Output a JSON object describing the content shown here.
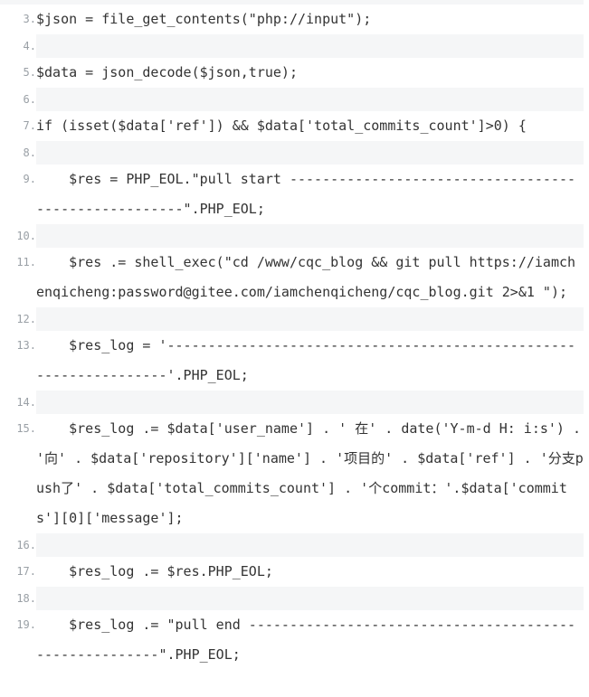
{
  "code": {
    "lines": [
      {
        "n": "3.",
        "text": "$json = file_get_contents(\"php://input\");"
      },
      {
        "n": "4.",
        "text": ""
      },
      {
        "n": "5.",
        "text": "$data = json_decode($json,true);"
      },
      {
        "n": "6.",
        "text": ""
      },
      {
        "n": "7.",
        "text": "if (isset($data['ref']) && $data['total_commits_count']>0) {"
      },
      {
        "n": "8.",
        "text": ""
      },
      {
        "n": "9.",
        "text": "    $res = PHP_EOL.\"pull start -----------------------------------------------------\".PHP_EOL;"
      },
      {
        "n": "10.",
        "text": ""
      },
      {
        "n": "11.",
        "text": "    $res .= shell_exec(\"cd /www/cqc_blog && git pull https://iamchenqicheng:password@gitee.com/iamchenqicheng/cqc_blog.git 2>&1 \");"
      },
      {
        "n": "12.",
        "text": ""
      },
      {
        "n": "13.",
        "text": "    $res_log = '------------------------------------------------------------------'.PHP_EOL;"
      },
      {
        "n": "14.",
        "text": ""
      },
      {
        "n": "15.",
        "text": "    $res_log .= $data['user_name'] . ' 在' . date('Y-m-d H: i:s') . '向' . $data['repository']['name'] . '项目的' . $data['ref'] . '分支push了' . $data['total_commits_count'] . '个commit：'.$data['commits'][0]['message'];"
      },
      {
        "n": "16.",
        "text": ""
      },
      {
        "n": "17.",
        "text": "    $res_log .= $res.PHP_EOL;"
      },
      {
        "n": "18.",
        "text": ""
      },
      {
        "n": "19.",
        "text": "    $res_log .= \"pull end -------------------------------------------------------\".PHP_EOL;"
      }
    ]
  }
}
